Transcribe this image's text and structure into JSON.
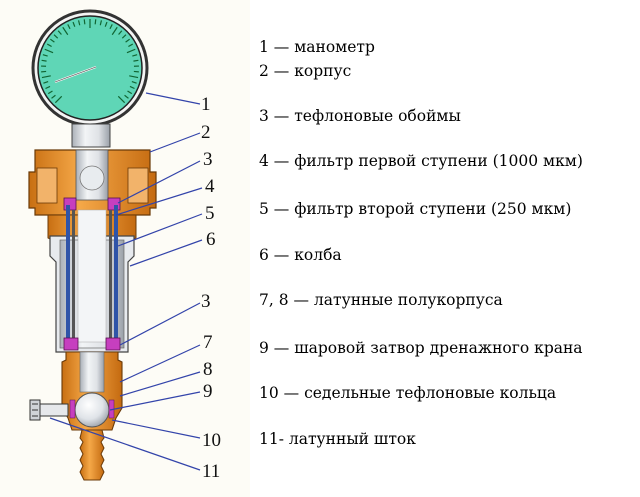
{
  "callouts": [
    "1",
    "2",
    "3",
    "4",
    "5",
    "6",
    "3",
    "7",
    "8",
    "9",
    "10",
    "11"
  ],
  "legend": [
    "1 — манометр",
    "2 — корпус",
    "3 — тефлоновые обоймы",
    "4 — фильтр первой ступени (1000 мкм)",
    "5 — фильтр второй ступени (250 мкм)",
    "6 — колба",
    "7, 8 — латунные полукорпуса",
    "9 — шаровой затвор дренажного крана",
    "10 — седельные тефлоновые кольца",
    "11-  латунный шток"
  ],
  "colors": {
    "gauge_face": "#5fd6b6",
    "brass_orange": "#e8902a",
    "teflon_magenta": "#c63fbf",
    "filter_blue": "#2f54a8",
    "housing_gray": "#d6d9de",
    "leader_blue": "#3344aa",
    "panel_bg": "#fdfcf6"
  }
}
